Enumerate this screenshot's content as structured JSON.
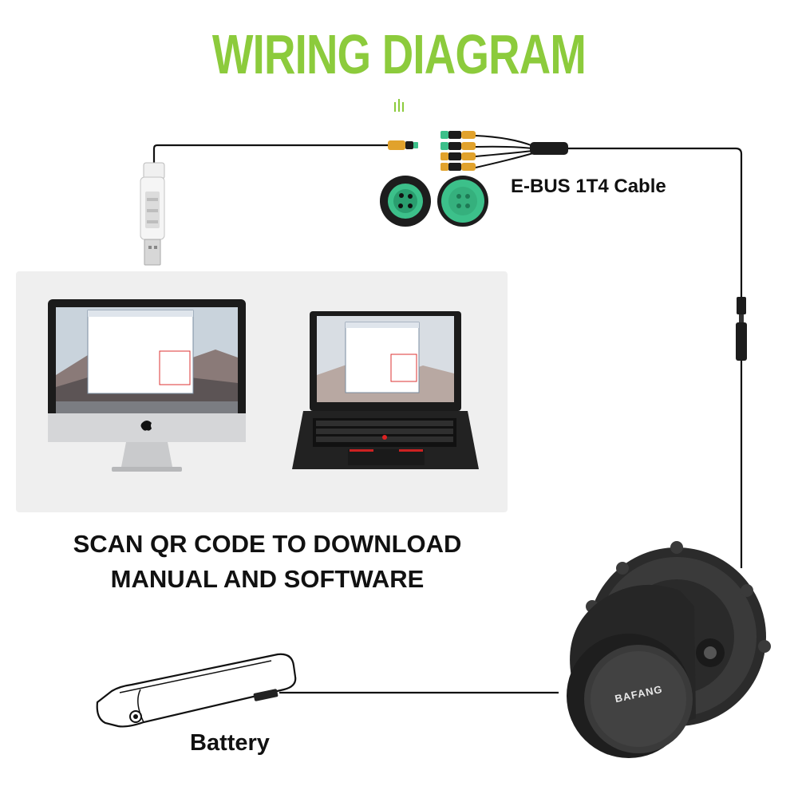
{
  "title": "WIRING DIAGRAM",
  "cable_label": "E-BUS 1T4 Cable",
  "instructions": {
    "line1": "SCAN QR CODE TO DOWNLOAD",
    "line2": "MANUAL AND SOFTWARE"
  },
  "battery_label": "Battery",
  "motor_brand": "BAFANG",
  "colors": {
    "title_green": "#8ccb3c",
    "connector_green": "#3cc08a",
    "connector_yellow": "#e0a52a",
    "cable": "#111111"
  }
}
